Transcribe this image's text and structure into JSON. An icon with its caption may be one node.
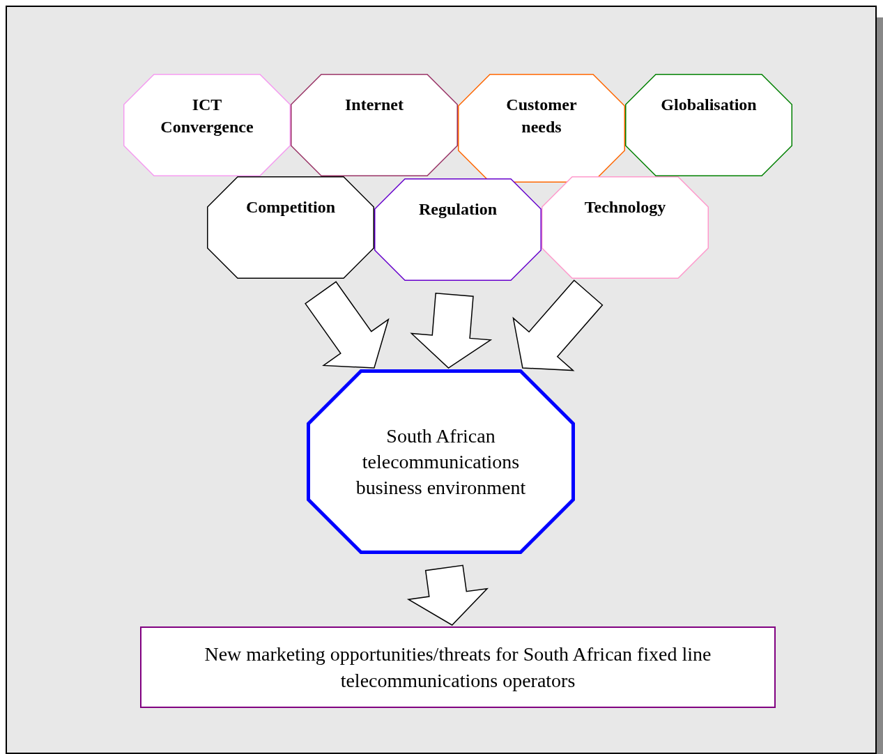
{
  "diagram": {
    "nodes": [
      {
        "text": [
          "ICT Convergence"
        ]
      },
      {
        "text": [
          "Internet"
        ]
      },
      {
        "text": [
          "Customer needs"
        ]
      },
      {
        "text": [
          "Globalisation"
        ]
      },
      {
        "text": [
          "Competition"
        ]
      },
      {
        "text": [
          "Regulation"
        ]
      },
      {
        "text": [
          "Technology"
        ]
      },
      {
        "text": [
          "South African telecommunications business environment"
        ]
      },
      {
        "text": [
          "New marketing opportunities/threats for South African fixed line telecommunications operators"
        ]
      }
    ],
    "edges": [
      {
        "from": 4,
        "to": 7,
        "arrow": "to"
      },
      {
        "from": 5,
        "to": 7,
        "arrow": "to"
      },
      {
        "from": 6,
        "to": 7,
        "arrow": "to"
      },
      {
        "from": 7,
        "to": 8,
        "arrow": "to"
      }
    ]
  }
}
